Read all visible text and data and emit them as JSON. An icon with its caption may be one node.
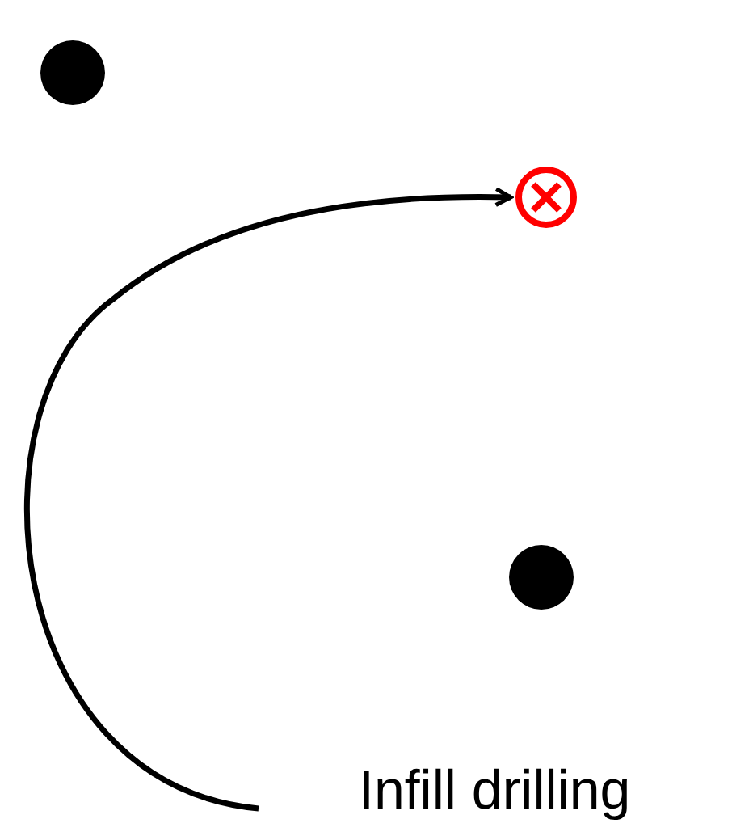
{
  "diagram": {
    "nodes": [
      {
        "text": [],
        "shape": "circle"
      },
      {
        "text": [],
        "shape": "circle"
      },
      {
        "text": [],
        "shape": "circle"
      }
    ],
    "edges": [
      {
        "from": null,
        "to": 1,
        "arrow": "to"
      }
    ],
    "labels": [
      "Infill drilling"
    ]
  }
}
